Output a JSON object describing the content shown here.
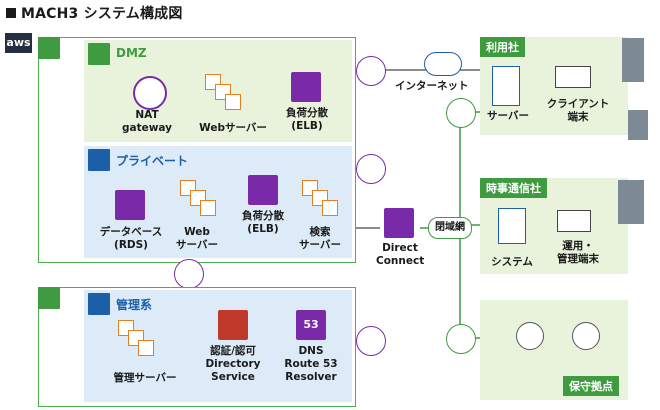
{
  "title": "MACH3 システム構成図",
  "aws_label": "aws",
  "zones": {
    "dmz": "DMZ",
    "private": "プライベート",
    "mgmt": "管理系"
  },
  "dmz": {
    "nat": [
      "NAT",
      "gateway"
    ],
    "web": "Webサーバー",
    "elb": [
      "負荷分散",
      "(ELB)"
    ]
  },
  "private": {
    "rds": [
      "データベース",
      "(RDS)"
    ],
    "web": [
      "Web",
      "サーバー"
    ],
    "elb": [
      "負荷分散",
      "(ELB)"
    ],
    "search": [
      "検索",
      "サーバー"
    ]
  },
  "mgmt": {
    "server": "管理サーバー",
    "directory": [
      "認証/認可",
      "Directory",
      "Service"
    ],
    "dns": [
      "DNS",
      "Route 53",
      "Resolver"
    ]
  },
  "network": {
    "internet": "インターネット",
    "direct_connect": [
      "Direct",
      "Connect"
    ],
    "closed_net": "閉域網",
    "dns_badge": "53"
  },
  "sites": {
    "user_co": {
      "name": "利用社",
      "server": "サーバー",
      "client": [
        "クライアント",
        "端末"
      ]
    },
    "jiji": {
      "name": "時事通信社",
      "system": "システム",
      "ops": [
        "運用・",
        "管理端末"
      ]
    },
    "maintenance": {
      "name": "保守拠点"
    }
  },
  "colors": {
    "green": "#3f9b3f",
    "blue": "#1b5fa8",
    "purple": "#7a2aa8",
    "orange": "#e67e22",
    "red": "#c0392b"
  }
}
